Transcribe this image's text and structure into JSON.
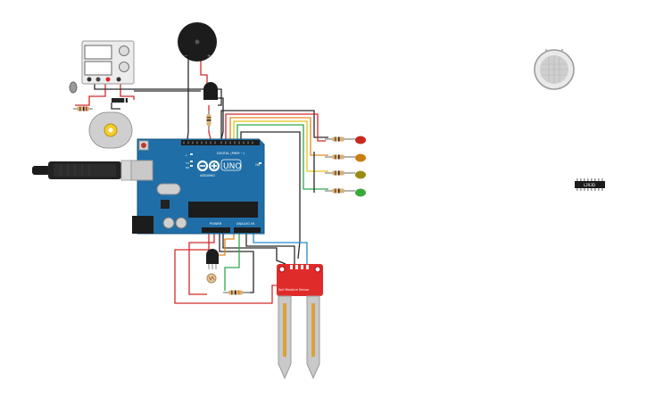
{
  "board": {
    "brand_text": "ARDUINO",
    "model_text": "UNO",
    "digital_label": "DIGITAL (PWM ~)",
    "power_label": "POWER",
    "analog_label": "ANALOG IN",
    "on_label": "ON",
    "tx_label": "TX",
    "rx_label": "RX",
    "l_label": "L"
  },
  "ic": {
    "label": "L293D"
  },
  "sensor": {
    "label": "Soil Moisture Sensor"
  },
  "power_supply": {
    "display_1": "",
    "display_2": ""
  },
  "leds": [
    "red",
    "orange",
    "olive",
    "green"
  ],
  "colors": {
    "board_blue": "#1f6ea8",
    "board_dark": "#16557f",
    "wire_red": "#d42a2a",
    "wire_black": "#2a2a2a",
    "wire_yellow": "#e6c21a",
    "wire_orange": "#e08a1e",
    "wire_green": "#2fa84f",
    "wire_blue": "#2a8ac9",
    "sensor_red": "#e02b2b",
    "led_red": "#c8281e",
    "led_orange": "#c97e10",
    "led_olive": "#9a8c12",
    "led_green": "#3aa83a"
  }
}
